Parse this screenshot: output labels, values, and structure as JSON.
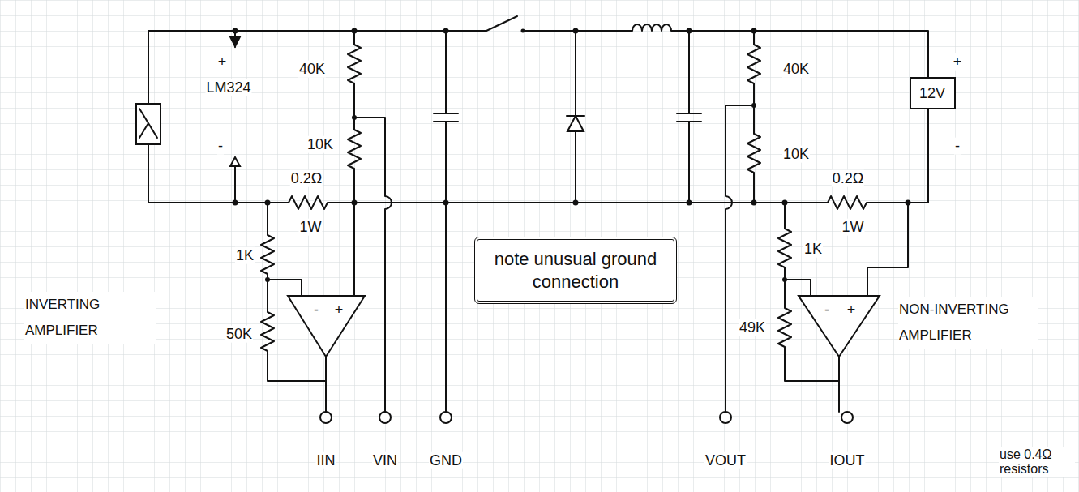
{
  "diagram": {
    "nodes": [
      {
        "text": [
          "note unusual ground connection"
        ]
      },
      {
        "text": [
          "12V"
        ]
      }
    ],
    "labels": [
      "+",
      "LM324",
      "-",
      "40K",
      "10K",
      "0.2Ω",
      "1W",
      "1K",
      "INVERTING AMPLIFIER",
      "50K",
      "-",
      "+",
      "40K",
      "10K",
      "0.2Ω",
      "1W",
      "+",
      "-",
      "1K",
      "49K",
      "-",
      "+",
      "NON-INVERTING AMPLIFIER",
      "IIN",
      "VIN",
      "GND",
      "VOUT",
      "IOUT",
      "use 0.4Ω resistors"
    ]
  }
}
